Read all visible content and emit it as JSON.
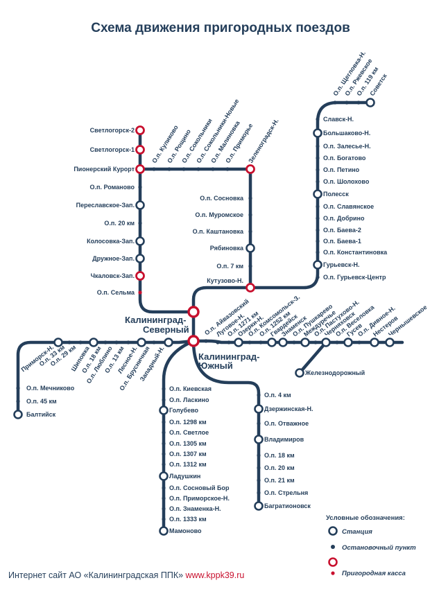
{
  "title": "Схема движения пригородных поездов",
  "colors": {
    "line": "#243e5a",
    "ticket_office": "#c8102e"
  },
  "hubs": {
    "severny": "Калининград-Северный",
    "yuzhny": "Калининград-Южный"
  },
  "labels": {
    "svetlogorsk2": "Светлогорск-2",
    "svetlogorsk1": "Светлогорск-1",
    "pionersky": "Пионерский Курорт",
    "romanovo": "О.п. Романово",
    "pereslavskoe": "Переславское-Зап.",
    "km20": "О.п. 20 км",
    "kolosovka": "Колосовка-Зап.",
    "druzhnoe": "Дружное-Зап.",
    "chkalovsk": "Чкаловск-Зап.",
    "selma": "О.п. Сельма",
    "kulikovo": "О.п. Куликово",
    "roshino": "О.п. Рощино",
    "sokolniki": "О.п. Сокольники",
    "sokolniki_new": "О.п. Сокольники-Новые",
    "malinovka": "О.п. Малиновка",
    "primorye": "О.п. Приморье",
    "zelenogradsk": "Зеленоградск-Н.",
    "sosnovka": "О.п. Сосновка",
    "muromskoe": "О.п. Муромское",
    "kashtanovka": "О.п. Каштановка",
    "ryabinovka": "Рябиновка",
    "km7": "О.п. 7 км",
    "kutuzovo": "Кутузово-Н.",
    "shcheglovka": "О.п. Щегловка-Н.",
    "rzhevskoe": "О.п. Ржевское",
    "km119": "О.п. 119 км",
    "sovetsk": "Советск",
    "slavsk": "Славск-Н.",
    "bolshakovo": "Большаково-Н.",
    "zalesye": "О.п. Залесье-Н.",
    "bogatovo": "О.п. Богатово",
    "petino": "О.п. Петино",
    "sholokhovo": "О.п. Шолохово",
    "polessk": "Полесск",
    "slavyanskoe": "О.п. Славянское",
    "dobrino": "О.п. Добрино",
    "baeva2": "О.п. Баева-2",
    "baeva1": "О.п. Баева-1",
    "konstantinovka": "О.п. Константиновка",
    "guryevsk": "Гурьевск-Н.",
    "guryevsk_center": "О.п. Гурьевск-Центр",
    "aivazovsky": "О.п. Айвазовский",
    "lugovoe": "Луговое-Н.",
    "km1271": "О.п. 1271 км",
    "ozerki": "Озерки-Н.",
    "komsomolsk": "О.п. Комсомольск-З.",
    "km1252": "О.п. 1252 км",
    "gvardeysk": "Гвардейск",
    "znamensk": "Знаменск",
    "pushkarevo": "О.п. Пушкарево",
    "mezhdurechye": "Междуречье",
    "pastukhovo": "О.п. Пастухово-Н.",
    "chernyakhovsk": "Черняховск",
    "veselovka": "О.п. Веселовка",
    "gusev": "Гусев",
    "divnoe": "О.п. Дивное-Н.",
    "nesterov": "Нестеров",
    "chernyshevskoe": "Чернышевское",
    "zheleznodorozhny": "Железнодорожный",
    "primorsk": "Приморск-Н.",
    "km33": "О.п. 33 км",
    "km29": "О.п. 29 км",
    "shipovka": "Шиповка",
    "km18w": "О.п. 18 км",
    "lyublino": "О.п. Люблино",
    "km13": "О.п. 13 км",
    "lesnoe": "Лесное-Н.",
    "brusnichnaya": "О.п. Брусничная",
    "zapadny": "Западный-Н.",
    "mechnikovo": "О.п. Мечниково",
    "km45": "О.п. 45 км",
    "baltiysk": "Балтийск",
    "kievskaya": "О.п. Киевская",
    "laskino": "О.п. Ласкино",
    "golubevo": "Голубево",
    "km1298": "О.п. 1298 км",
    "svetloe": "О.п. Светлое",
    "km1305": "О.п. 1305 км",
    "km1307": "О.п. 1307 км",
    "km1312": "О.п. 1312 км",
    "ladushkin": "Ладушкин",
    "sosnovy_bor": "О.п. Сосновый Бор",
    "primorskoe": "О.п. Приморское-Н.",
    "znamenka": "О.п. Знаменка-Н.",
    "km1333": "О.п. 1333 км",
    "mamonovo": "Мамоново",
    "km4": "О.п. 4 км",
    "dzerzhinskaya": "Дзержинская-Н.",
    "otvazhnoe": "О.п. Отважное",
    "vladimirov": "Владимиров",
    "km18s": "О.п. 18 км",
    "km20s": "О.п. 20 км",
    "km21": "О.п. 21 км",
    "strelnya": "О.п. Стрельня",
    "bagrationovsk": "Багратионовск"
  },
  "legend": {
    "title": "Условные обозначения:",
    "station": "Станция",
    "stop": "Остановочный пункт",
    "ticket_office": "Пригородная касса"
  },
  "footer": {
    "text": "Интернет сайт АО «Калининградская ППК»",
    "link": "www.kppk39.ru"
  }
}
